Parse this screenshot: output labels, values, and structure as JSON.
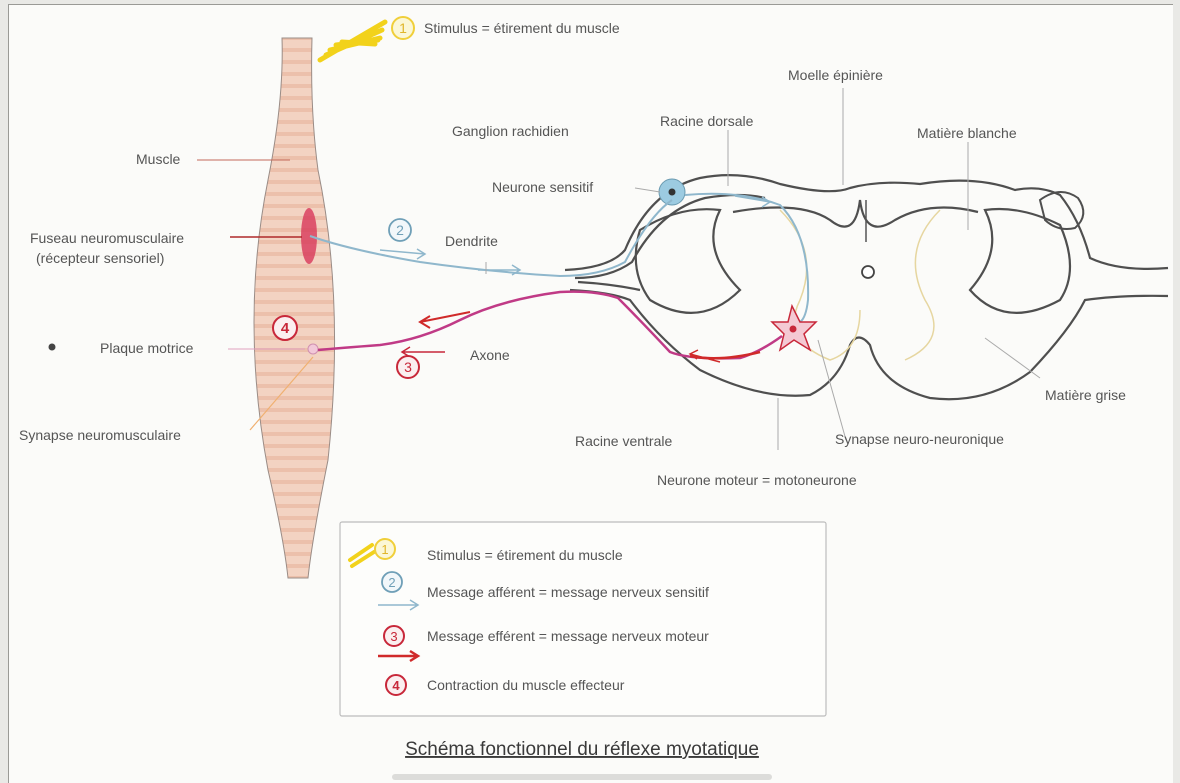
{
  "labels": {
    "stimulus_top": "Stimulus = étirement du muscle",
    "moelle": "Moelle épinière",
    "ganglion": "Ganglion rachidien",
    "racine_dorsale": "Racine dorsale",
    "matiere_blanche": "Matière blanche",
    "neurone_sensitif": "Neurone sensitif",
    "muscle": "Muscle",
    "fuseau_line1": "Fuseau neuromusculaire",
    "fuseau_line2": "(récepteur sensoriel)",
    "dendrite": "Dendrite",
    "plaque": "Plaque motrice",
    "axone": "Axone",
    "matiere_grise": "Matière grise",
    "synapse_nm": "Synapse neuromusculaire",
    "racine_ventrale": "Racine ventrale",
    "synapse_nn": "Synapse neuro-neuronique",
    "neurone_moteur": "Neurone moteur = motoneurone"
  },
  "markers": {
    "one": "1",
    "two": "2",
    "three": "3",
    "four": "4"
  },
  "legend": {
    "items": [
      {
        "num": "1",
        "text": "Stimulus = étirement du muscle"
      },
      {
        "num": "2",
        "text": "Message afférent = message nerveux sensitif"
      },
      {
        "num": "3",
        "text": "Message efférent = message nerveux moteur"
      },
      {
        "num": "4",
        "text": "Contraction du muscle effecteur"
      }
    ]
  },
  "title": "Schéma fonctionnel du réflexe myotatique",
  "colors": {
    "muscle_fill": "#f3d3c2",
    "muscle_stripe": "#eab9a4",
    "sensory_blue": "#8fb7cc",
    "motor_red": "#c8283a",
    "motor_magenta": "#c03a86",
    "stimulus_yellow": "#f2d21b",
    "marker_yellow": "#f0cf3a",
    "marker_blue": "#6f9fb7",
    "marker_red": "#c8283a"
  }
}
